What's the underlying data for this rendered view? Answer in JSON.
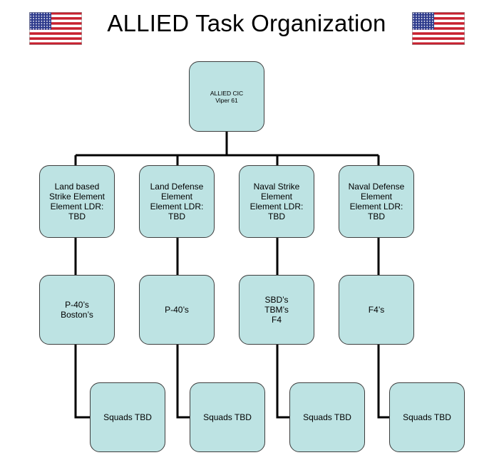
{
  "header": {
    "title": "ALLIED Task Organization"
  },
  "flags": {
    "left_icon": "us-flag-icon",
    "right_icon": "us-flag-icon"
  },
  "colors": {
    "box_fill": "#bde3e3",
    "box_border": "#3d3d3d",
    "connector": "#000000",
    "flag_red": "#c8202e",
    "flag_blue": "#2d3a8c"
  },
  "org": {
    "root": {
      "label": "ALLIED CIC\nViper 61"
    },
    "elements": [
      {
        "label": "Land based\nStrike Element\nElement LDR:\nTBD",
        "aircraft": "P-40’s\nBoston’s",
        "squads": "Squads TBD"
      },
      {
        "label": "Land Defense\nElement\nElement LDR:\nTBD",
        "aircraft": "P-40’s",
        "squads": "Squads TBD"
      },
      {
        "label": "Naval Strike\nElement\nElement LDR:\nTBD",
        "aircraft": "SBD’s\nTBM’s\nF4",
        "squads": "Squads TBD"
      },
      {
        "label": "Naval Defense\nElement\nElement LDR:\nTBD",
        "aircraft": "F4’s",
        "squads": "Squads TBD"
      }
    ]
  }
}
